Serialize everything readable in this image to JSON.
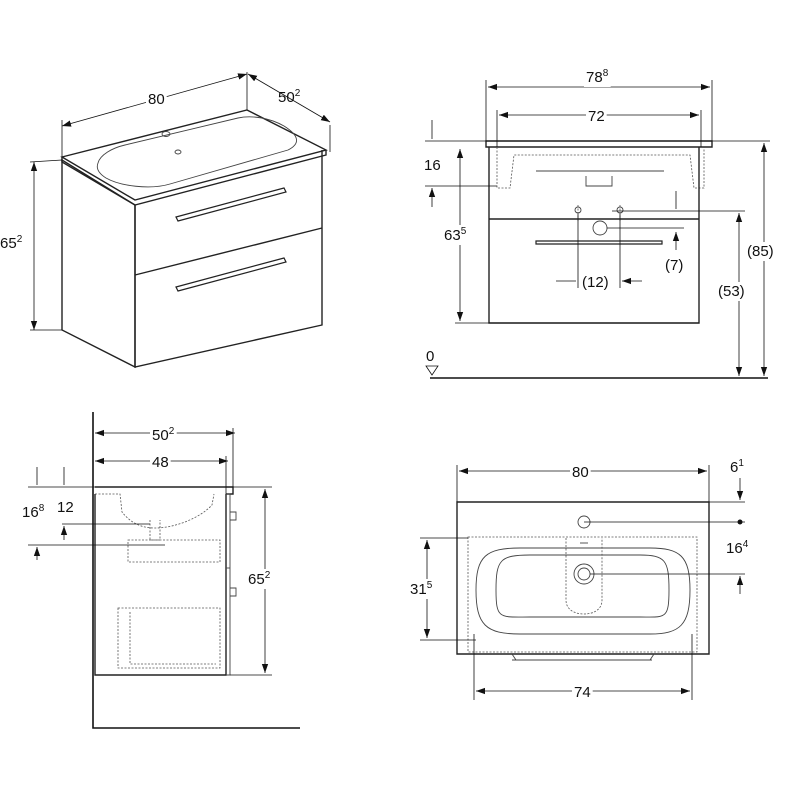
{
  "views": {
    "perspective": {
      "width": "80",
      "depth_main": "50",
      "depth_sup": "2",
      "height_main": "65",
      "height_sup": "2"
    },
    "front": {
      "top_width_main": "78",
      "top_width_sup": "8",
      "inner_width": "72",
      "basin_height": "16",
      "cabinet_height_main": "63",
      "cabinet_height_sup": "5",
      "total_height": "(85)",
      "drain_height": "(53)",
      "drain_offset": "(7)",
      "drain_spacing": "(12)",
      "floor_level": "0"
    },
    "side": {
      "depth_main": "50",
      "depth_sup": "2",
      "inner_depth": "48",
      "basin_depth_main": "16",
      "basin_depth_sup": "8",
      "bowl_depth": "12",
      "height_main": "65",
      "height_sup": "2"
    },
    "top": {
      "width": "80",
      "faucet_offset_main": "6",
      "faucet_offset_sup": "1",
      "drain_offset_main": "16",
      "drain_offset_sup": "4",
      "depth_main": "31",
      "depth_sup": "5",
      "bowl_width": "74"
    }
  }
}
